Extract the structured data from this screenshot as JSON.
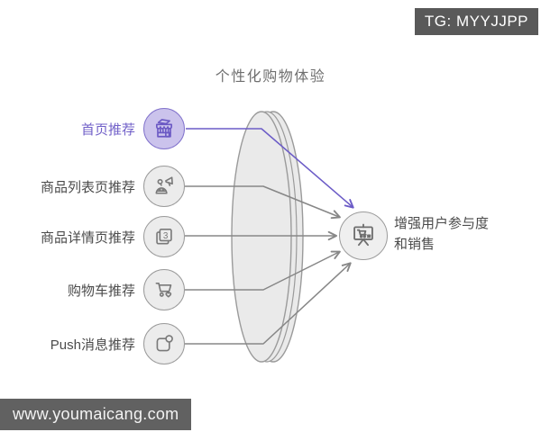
{
  "badge": {
    "text": "TG: MYYJJPP"
  },
  "diagram": {
    "title": "个性化购物体验",
    "items": [
      {
        "label": "首页推荐",
        "icon": "storefront-icon",
        "highlighted": true
      },
      {
        "label": "商品列表页推荐",
        "icon": "robot-megaphone-icon",
        "highlighted": false
      },
      {
        "label": "商品详情页推荐",
        "icon": "stacked-pages-icon",
        "badge_number": "3",
        "highlighted": false
      },
      {
        "label": "购物车推荐",
        "icon": "cart-heart-icon",
        "highlighted": false
      },
      {
        "label": "Push消息推荐",
        "icon": "notification-icon",
        "highlighted": false
      }
    ],
    "result": {
      "label": "增强用户参与度\n和销售",
      "icon": "presentation-cart-icon"
    }
  },
  "watermark": {
    "text": "www.youmaicang.com"
  },
  "colors": {
    "accent_purple": "#6c5cc7",
    "accent_fill": "#cbc3ec",
    "accent_border": "#8273cc",
    "accent_text": "#7160c8",
    "line_gray": "#878787",
    "node_border": "#9b9b9b",
    "node_fill": "#ececec",
    "funnel_fill": "#eaeaea",
    "text_dark": "#4b4b4b",
    "title_gray": "#6f6f6f",
    "badge_bg": "#595959",
    "watermark_bg": "#616161"
  }
}
